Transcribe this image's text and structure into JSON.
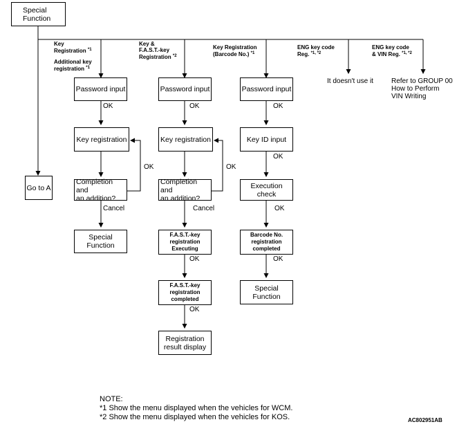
{
  "root": "Special\nFunction",
  "go_to": "Go to A",
  "branches": {
    "key_registration": {
      "label_a": "Key\nRegistration ",
      "sup_a": "*1",
      "label_b": "Additional key\nregistration ",
      "sup_b": "*1"
    },
    "fast_key": {
      "label": "Key &\nF.A.S.T.-key\nRegistration ",
      "sup": "*2"
    },
    "barcode": {
      "label": "Key Registration\n(Barcode No.) ",
      "sup": "*1"
    },
    "eng_key": {
      "label": "ENG key code\nReg. ",
      "sup": "*1, *2",
      "result": "It doesn't use it"
    },
    "eng_vin": {
      "label": "ENG key code\n& VIN Reg. ",
      "sup": "*1, *2",
      "result": "Refer to GROUP 00\nHow to Perform\nVIN Writing"
    }
  },
  "col1": {
    "password": "Password input",
    "key_reg": "Key registration",
    "completion": "Completion and\nan addition?",
    "special": "Special\nFunction"
  },
  "col2": {
    "password": "Password input",
    "key_reg": "Key registration",
    "completion": "Completion and\nan addition?",
    "fast_exec": "F.A.S.T.-key\nregistration\nExecuting",
    "fast_done": "F.A.S.T.-key\nregistration\ncompleted",
    "result": "Registration\nresult display"
  },
  "col3": {
    "password": "Password input",
    "key_id": "Key ID input",
    "exec_check": "Execution\ncheck",
    "barcode_done": "Barcode No.\nregistration\ncompleted",
    "special": "Special\nFunction"
  },
  "labels": {
    "ok": "OK",
    "cancel": "Cancel"
  },
  "note": {
    "title": "NOTE:",
    "line1": "*1 Show the menu displayed when the vehicles for WCM.",
    "line2": "*2 Show the menu displayed when the vehicles for KOS."
  },
  "figure_code": "AC802951AB"
}
